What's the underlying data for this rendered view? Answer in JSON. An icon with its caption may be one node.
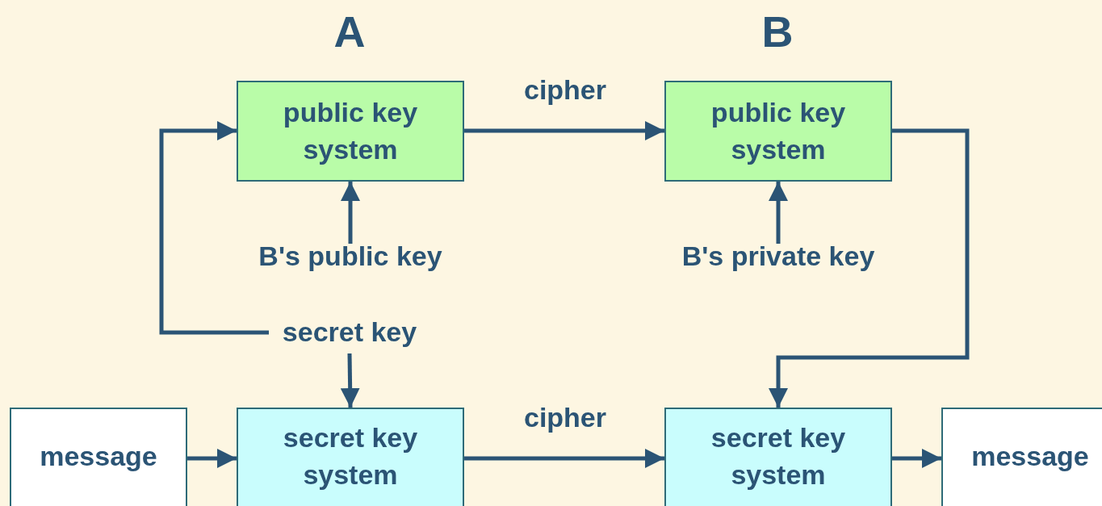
{
  "diagram": {
    "nodes": [
      {
        "text": [
          "public key system"
        ]
      },
      {
        "text": [
          "public key system"
        ]
      },
      {
        "text": [
          "B's public key"
        ]
      },
      {
        "text": [
          "B's private key"
        ]
      },
      {
        "text": [
          "secret key"
        ]
      },
      {
        "text": [
          "message"
        ]
      },
      {
        "text": [
          "secret key system"
        ]
      },
      {
        "text": [
          "secret key system"
        ]
      },
      {
        "text": [
          "message"
        ]
      }
    ],
    "edges": [
      {
        "from": 0,
        "to": 1,
        "arrow": "to",
        "label": "cipher"
      },
      {
        "from": 2,
        "to": 0,
        "arrow": "to"
      },
      {
        "from": 3,
        "to": 1,
        "arrow": "to"
      },
      {
        "from": 4,
        "to": 0,
        "arrow": "to"
      },
      {
        "from": 4,
        "to": 6,
        "arrow": "to"
      },
      {
        "from": 1,
        "to": 7,
        "arrow": "to"
      },
      {
        "from": 5,
        "to": 6,
        "arrow": "to"
      },
      {
        "from": 6,
        "to": 7,
        "arrow": "to",
        "label": "cipher"
      },
      {
        "from": 7,
        "to": 8,
        "arrow": "to"
      }
    ],
    "labels": [
      "A",
      "B"
    ]
  }
}
